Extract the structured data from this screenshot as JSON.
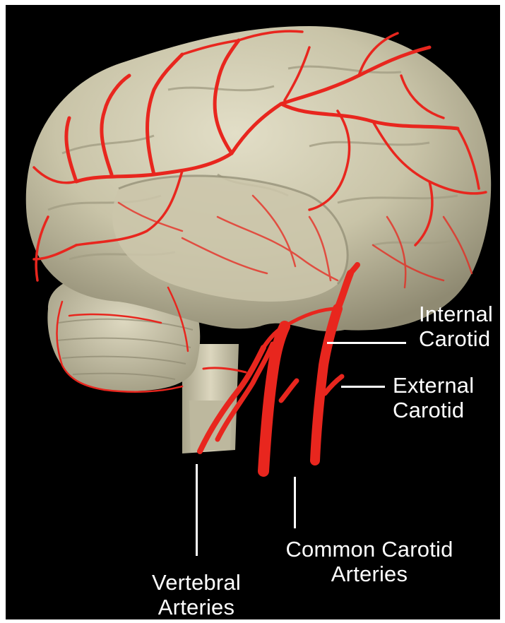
{
  "labels": {
    "internal_carotid": {
      "line1": "Internal",
      "line2": "Carotid"
    },
    "external_carotid": {
      "line1": "External",
      "line2": "Carotid"
    },
    "common_carotid": {
      "line1": "Common Carotid",
      "line2": "Arteries"
    },
    "vertebral": {
      "line1": "Vertebral",
      "line2": "Arteries"
    }
  },
  "colors": {
    "background": "#000000",
    "brain": "#cfcab0",
    "artery": "#e8261e",
    "label_text": "#ffffff"
  }
}
